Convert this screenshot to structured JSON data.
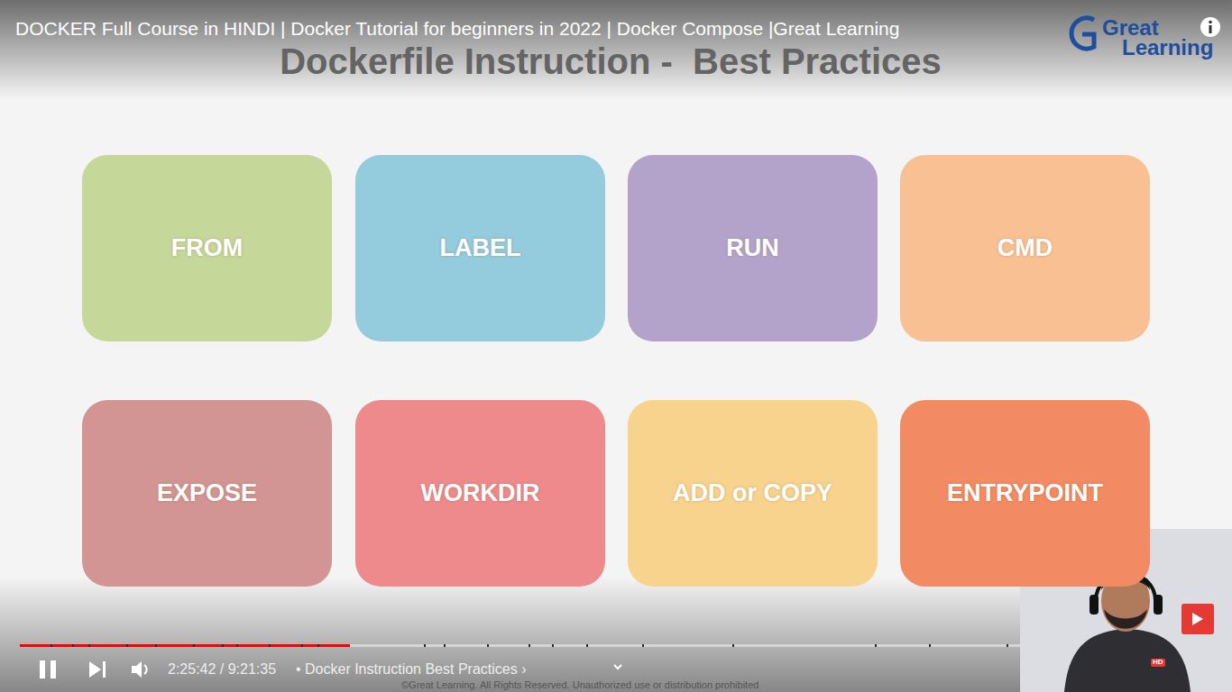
{
  "diagram": {
    "title": "Dockerfile Instruction -  Best Practices",
    "nodes": [
      {
        "text": [
          "FROM"
        ]
      },
      {
        "text": [
          "LABEL"
        ]
      },
      {
        "text": [
          "RUN"
        ]
      },
      {
        "text": [
          "CMD"
        ]
      },
      {
        "text": [
          "EXPOSE"
        ]
      },
      {
        "text": [
          "WORKDIR"
        ]
      },
      {
        "text": [
          "ADD or COPY"
        ]
      },
      {
        "text": [
          "ENTRYPOINT"
        ]
      }
    ],
    "labels": [
      "DOCKER Full Course in HINDI | Docker Tutorial for beginners in 2022 | Docker Compose |Great Learning",
      "Great",
      "Learning",
      "2:25:42 / 9:21:35",
      "• Docker Instruction Best Practices ›",
      "©Great Learning. All Rights Reserved. Unauthorized use or distribution prohibited",
      "HD"
    ]
  }
}
